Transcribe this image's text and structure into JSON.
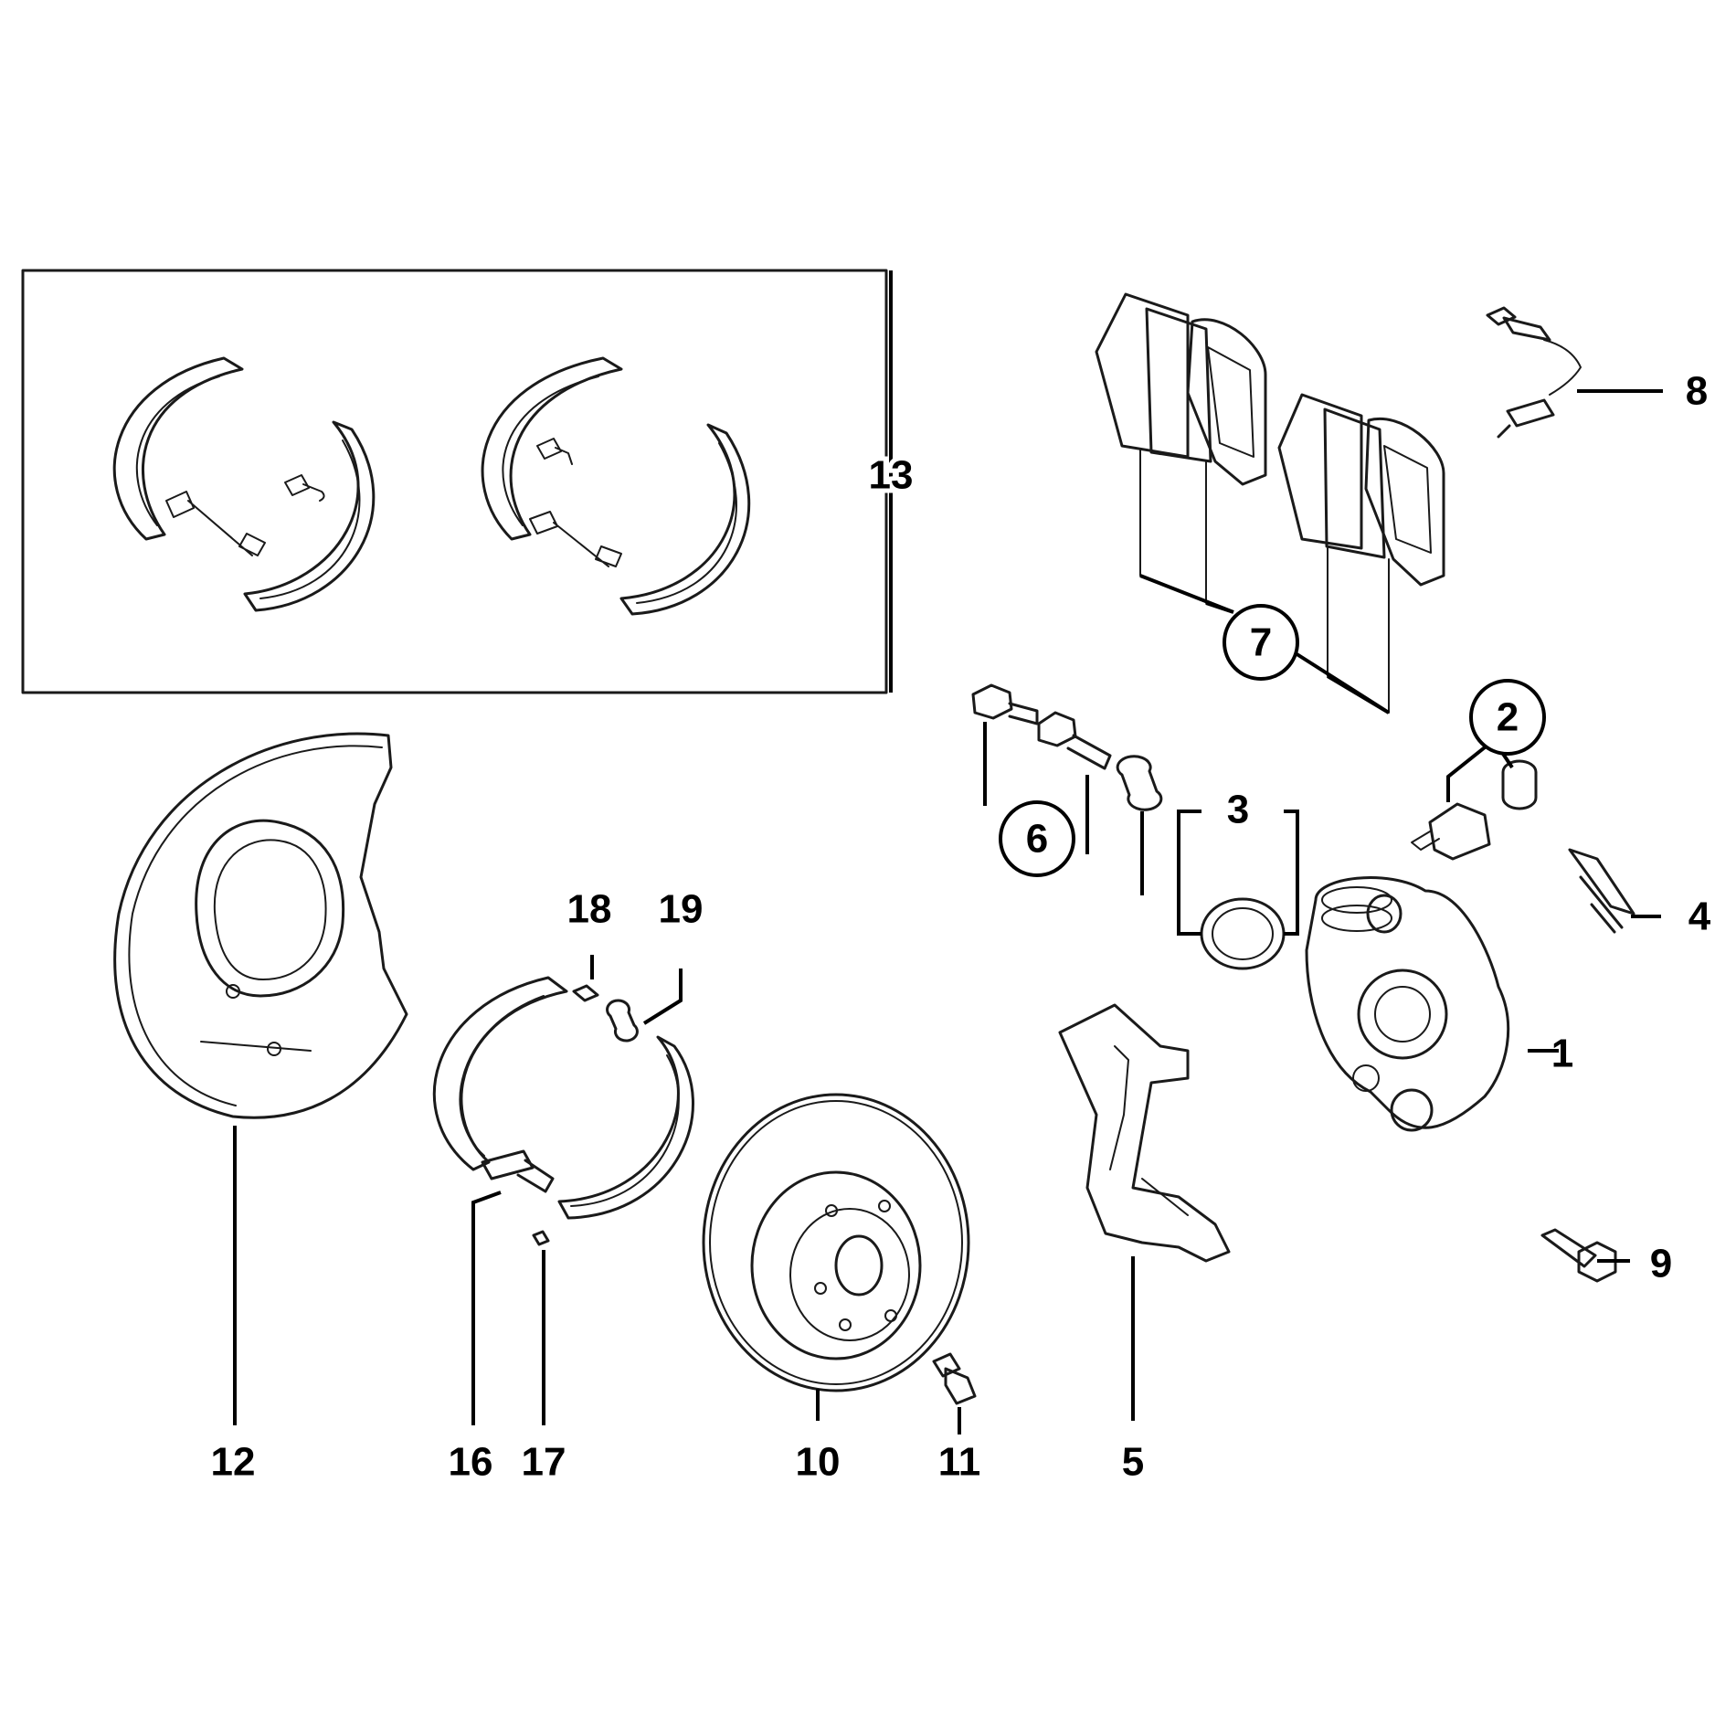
{
  "colors": {
    "line": "#1a1a1a",
    "background": "#ffffff"
  },
  "callouts": {
    "c1": "1",
    "c2": "2",
    "c3": "3",
    "c4": "4",
    "c5": "5",
    "c6": "6",
    "c7": "7",
    "c8": "8",
    "c9": "9",
    "c10": "10",
    "c11": "11",
    "c12": "12",
    "c13": "13",
    "c16": "16",
    "c17": "17",
    "c18": "18",
    "c19": "19"
  }
}
